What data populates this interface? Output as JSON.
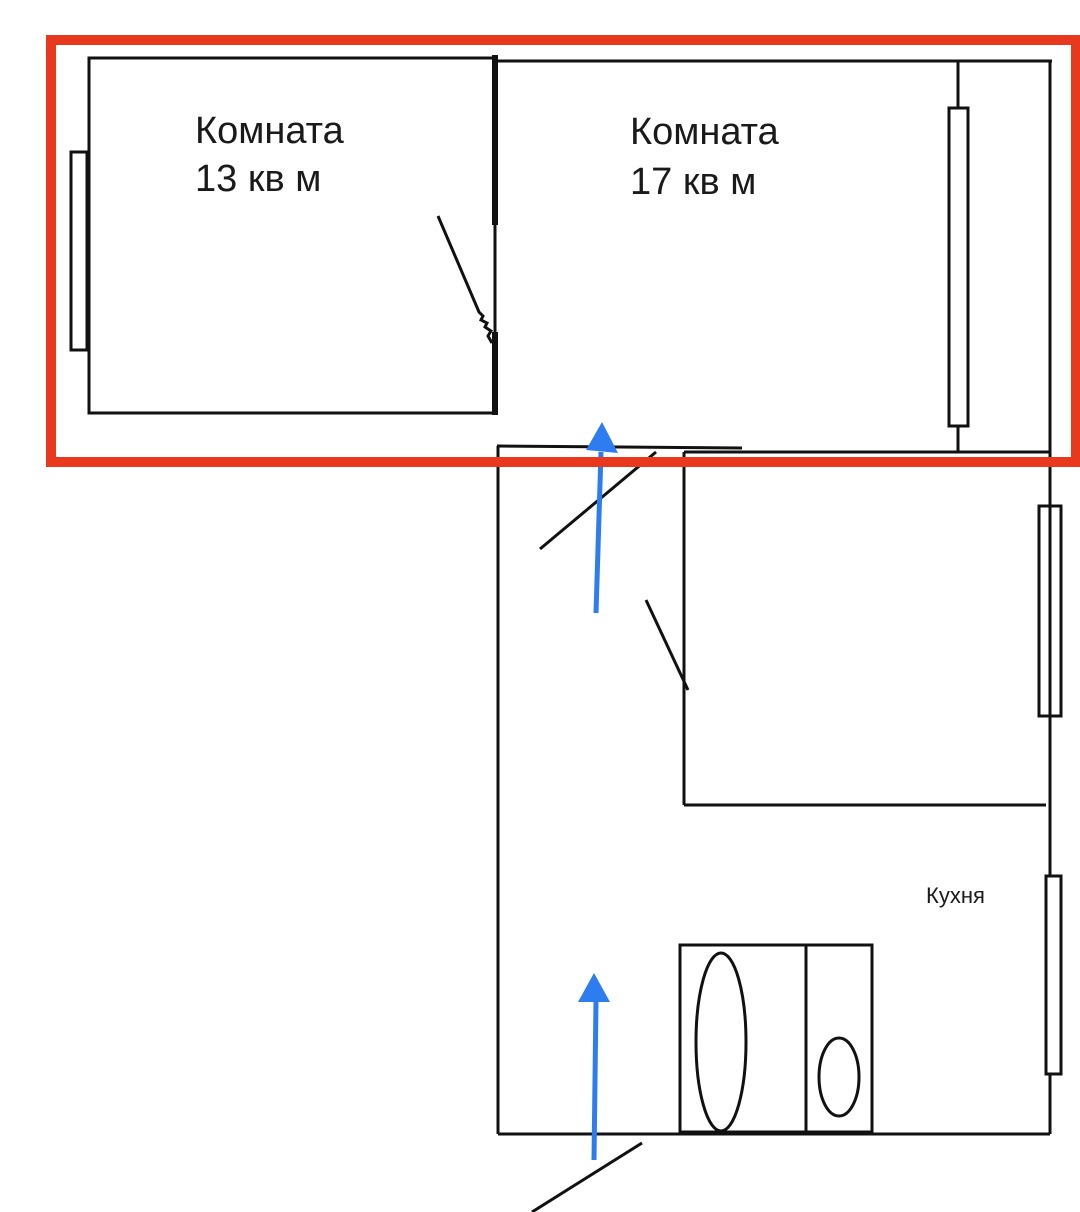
{
  "rooms": {
    "room_13": {
      "line1": "Комната",
      "line2": "13 кв м"
    },
    "room_17": {
      "line1": "Комната",
      "line2": "17 кв м"
    },
    "kitchen": {
      "label": "Кухня"
    }
  },
  "colors": {
    "wall": "#111111",
    "highlight": "#e8381e",
    "arrow": "#2e7df0"
  },
  "icons": {
    "arrow": "arrow-up-icon"
  }
}
